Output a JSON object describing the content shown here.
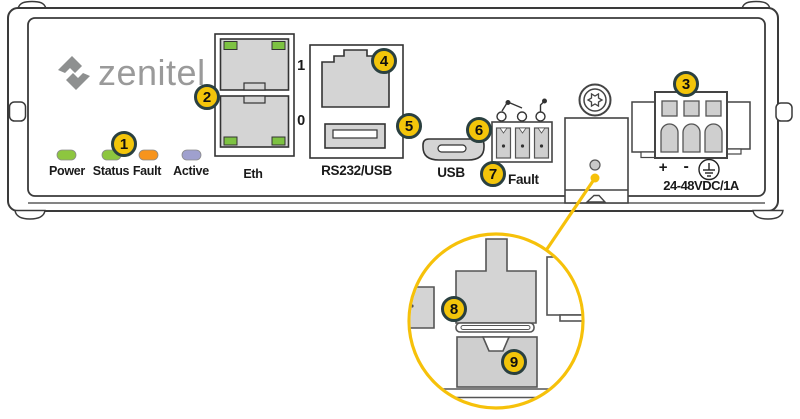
{
  "brand": {
    "name": "zenitel"
  },
  "panel": {
    "leds": [
      {
        "label": "Power",
        "color": "#8DC63F"
      },
      {
        "label": "Status",
        "color": "#8DC63F"
      },
      {
        "label": "Fault",
        "color": "#F7941D"
      },
      {
        "label": "Active",
        "color": "#9FA0CE"
      }
    ],
    "eth": {
      "label": "Eth",
      "port_top": "1",
      "port_bottom": "0",
      "link_led_color": "#7DC242"
    },
    "serial": {
      "label": "RS232/USB"
    },
    "usb": {
      "label": "USB"
    },
    "fault": {
      "label": "Fault"
    },
    "power": {
      "plus": "+",
      "minus": "-",
      "rating": "24-48VDC/1A"
    }
  },
  "callouts": [
    "1",
    "2",
    "3",
    "4",
    "5",
    "6",
    "7",
    "8",
    "9"
  ],
  "colors": {
    "highlight": "#F6C10A",
    "callout_fill": "#F3C50A",
    "callout_border": "#2A4040",
    "port_gray": "#D4D4D4",
    "outline": "#3A3A3A",
    "logo_gray": "#8E9090",
    "label_text": "#1A1A1A"
  }
}
